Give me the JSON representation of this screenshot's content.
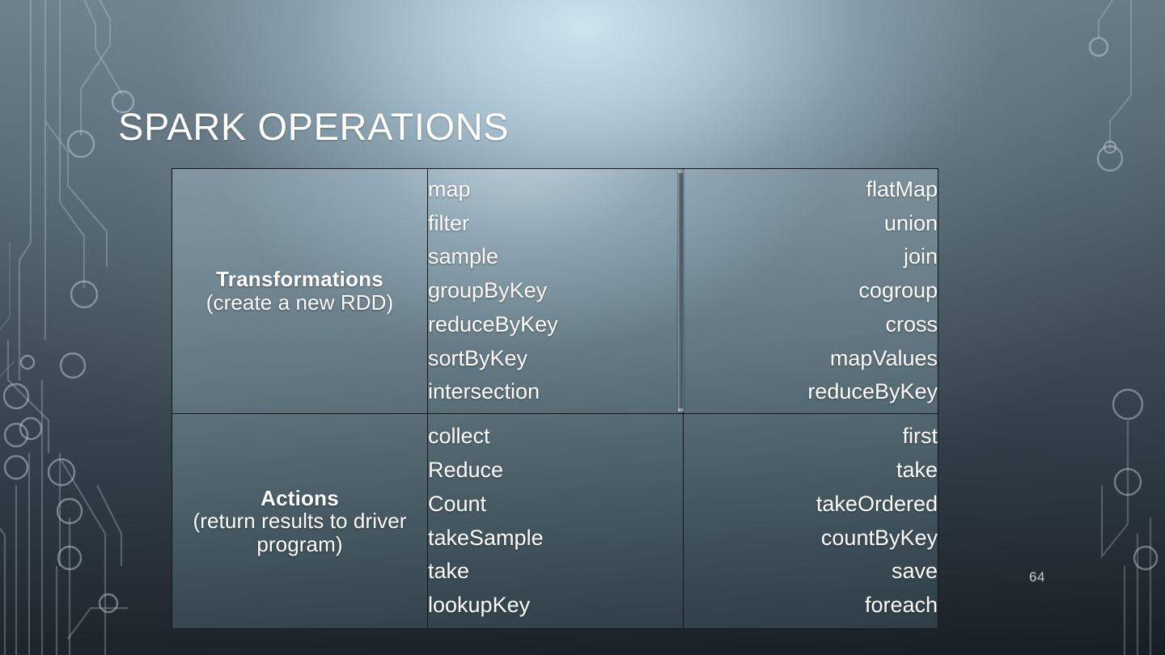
{
  "slide": {
    "title": "SPARK OPERATIONS",
    "page_number": "64",
    "accent_text_color": "#ffffff",
    "background_top_color": "#b9d4e0",
    "background_bottom_color": "#1c232a",
    "table_border_color": "#12171c",
    "divider_bar_color": "#5a6a73"
  },
  "table": {
    "rows": [
      {
        "label_title": "Transformations",
        "label_sub": "(create a new RDD)",
        "middle_items": [
          "map",
          "filter",
          "sample",
          "groupByKey",
          "reduceByKey",
          "sortByKey",
          "intersection"
        ],
        "right_items": [
          "flatMap",
          "union",
          "join",
          "cogroup",
          "cross",
          "mapValues",
          "reduceByKey"
        ]
      },
      {
        "label_title": "Actions",
        "label_sub": "(return results to driver program)",
        "middle_items": [
          "collect",
          "Reduce",
          "Count",
          "takeSample",
          "take",
          "lookupKey"
        ],
        "right_items": [
          "first",
          "take",
          "takeOrdered",
          "countByKey",
          "save",
          "foreach"
        ]
      }
    ]
  },
  "decoration": {
    "left_motif": "circuit-board-traces",
    "right_motif": "circuit-board-traces"
  }
}
